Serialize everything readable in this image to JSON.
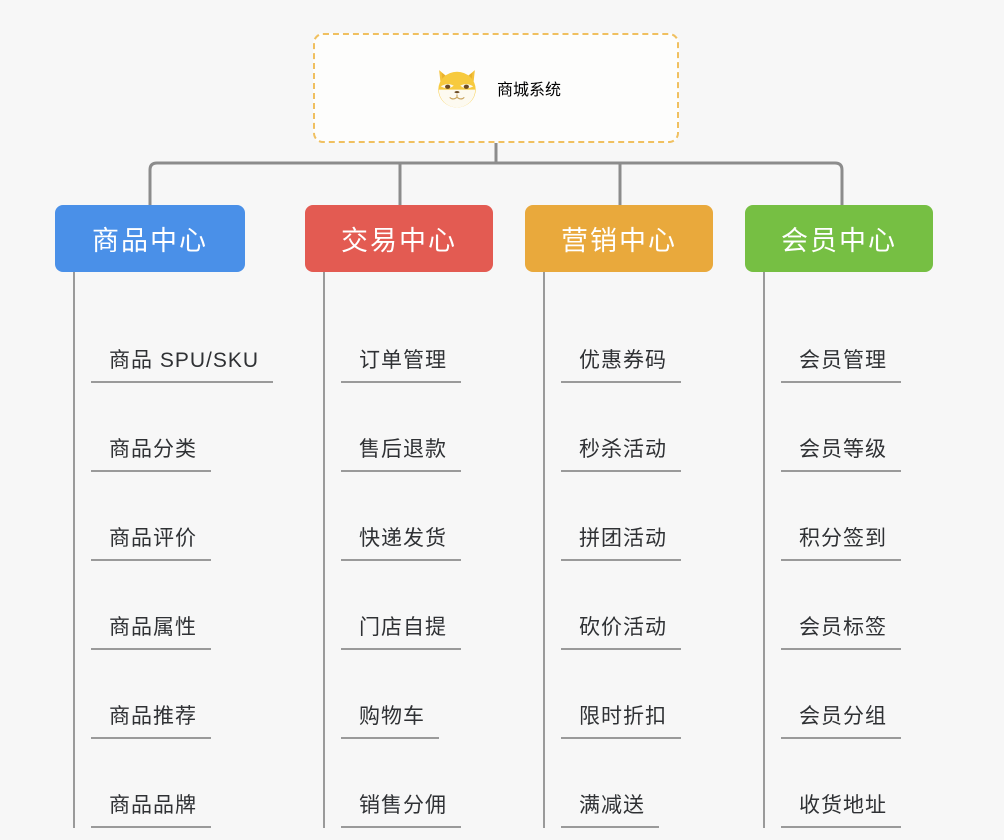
{
  "background_color": "#f7f7f7",
  "root": {
    "title": "商城系统",
    "icon": "shiba-dog-face-icon",
    "text_color": "#f0b33c",
    "border_color": "#f0c060",
    "border_style": "dashed",
    "fill_color": "#fdfdfc"
  },
  "connector": {
    "color": "#8c8c8c",
    "rail_color": "#9a9a9a"
  },
  "columns": [
    {
      "title": "商品中心",
      "color": "#4a90e8",
      "items": [
        "商品 SPU/SKU",
        "商品分类",
        "商品评价",
        "商品属性",
        "商品推荐",
        "商品品牌"
      ]
    },
    {
      "title": "交易中心",
      "color": "#e35b52",
      "items": [
        "订单管理",
        "售后退款",
        "快递发货",
        "门店自提",
        "购物车",
        "销售分佣"
      ]
    },
    {
      "title": "营销中心",
      "color": "#e9a93c",
      "items": [
        "优惠券码",
        "秒杀活动",
        "拼团活动",
        "砍价活动",
        "限时折扣",
        "满减送"
      ]
    },
    {
      "title": "会员中心",
      "color": "#76bf43",
      "items": [
        "会员管理",
        "会员等级",
        "积分签到",
        "会员标签",
        "会员分组",
        "收货地址"
      ]
    }
  ]
}
